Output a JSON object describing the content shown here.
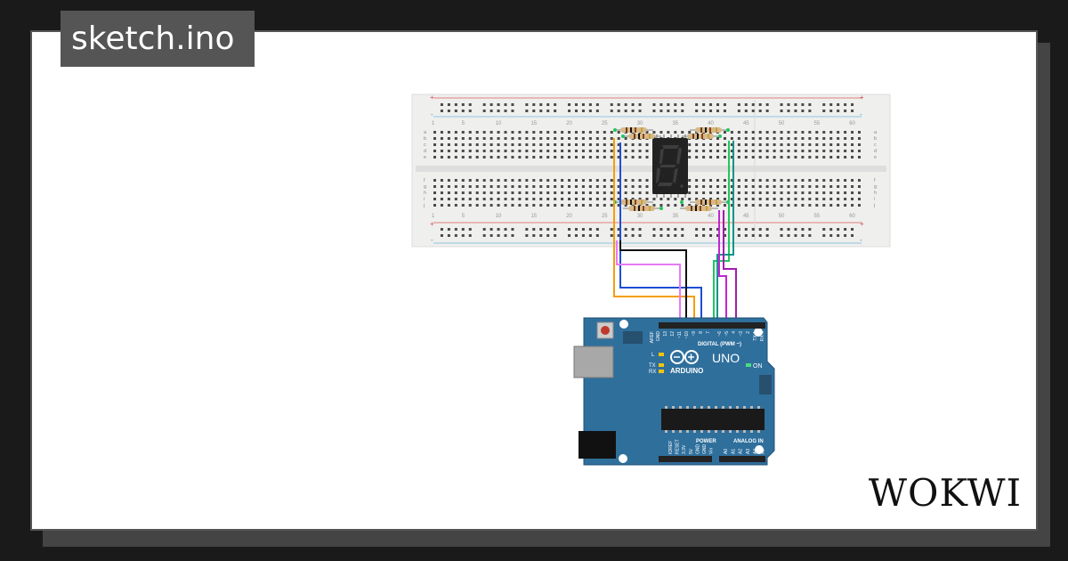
{
  "title": "sketch.ino",
  "brand": "WOKWI",
  "colors": {
    "background": "#1a1a1a",
    "tab": "#555555",
    "board": "#2f6f9c",
    "breadboard": "#efefed",
    "segment_display": "#222222"
  },
  "breadboard": {
    "column_labels": [
      "5",
      "10",
      "15",
      "20",
      "25",
      "30",
      "35",
      "40",
      "45",
      "50",
      "55",
      "60"
    ],
    "row_labels_left": [
      "a",
      "b",
      "c",
      "d",
      "e",
      "f",
      "g",
      "h",
      "i",
      "j"
    ],
    "row_labels_right": [
      "a",
      "b",
      "c",
      "d",
      "e",
      "f",
      "g",
      "h",
      "i",
      "j"
    ],
    "rail_plus": "+",
    "rail_minus": "-"
  },
  "arduino": {
    "logo": "ARDUINO",
    "model": "UNO",
    "digital_label": "DIGITAL (PWM ~)",
    "power_label": "POWER",
    "analog_label": "ANALOG IN",
    "on_label": "ON",
    "l_label": "L",
    "tx_label": "TX",
    "rx_label": "RX",
    "aref_label": "AREF",
    "gnd_label": "GND",
    "digital_pins": [
      "13",
      "12",
      "~11",
      "~10",
      "~9",
      "8",
      "7",
      "~6",
      "~5",
      "4",
      "~3",
      "2",
      "TX 1",
      "RX 0"
    ],
    "power_pins": [
      "IOREF",
      "RESET",
      "3.3V",
      "5V",
      "GND",
      "GND",
      "Vin"
    ],
    "analog_pins": [
      "A0",
      "A1",
      "A2",
      "A3",
      "A4",
      "A5"
    ]
  }
}
